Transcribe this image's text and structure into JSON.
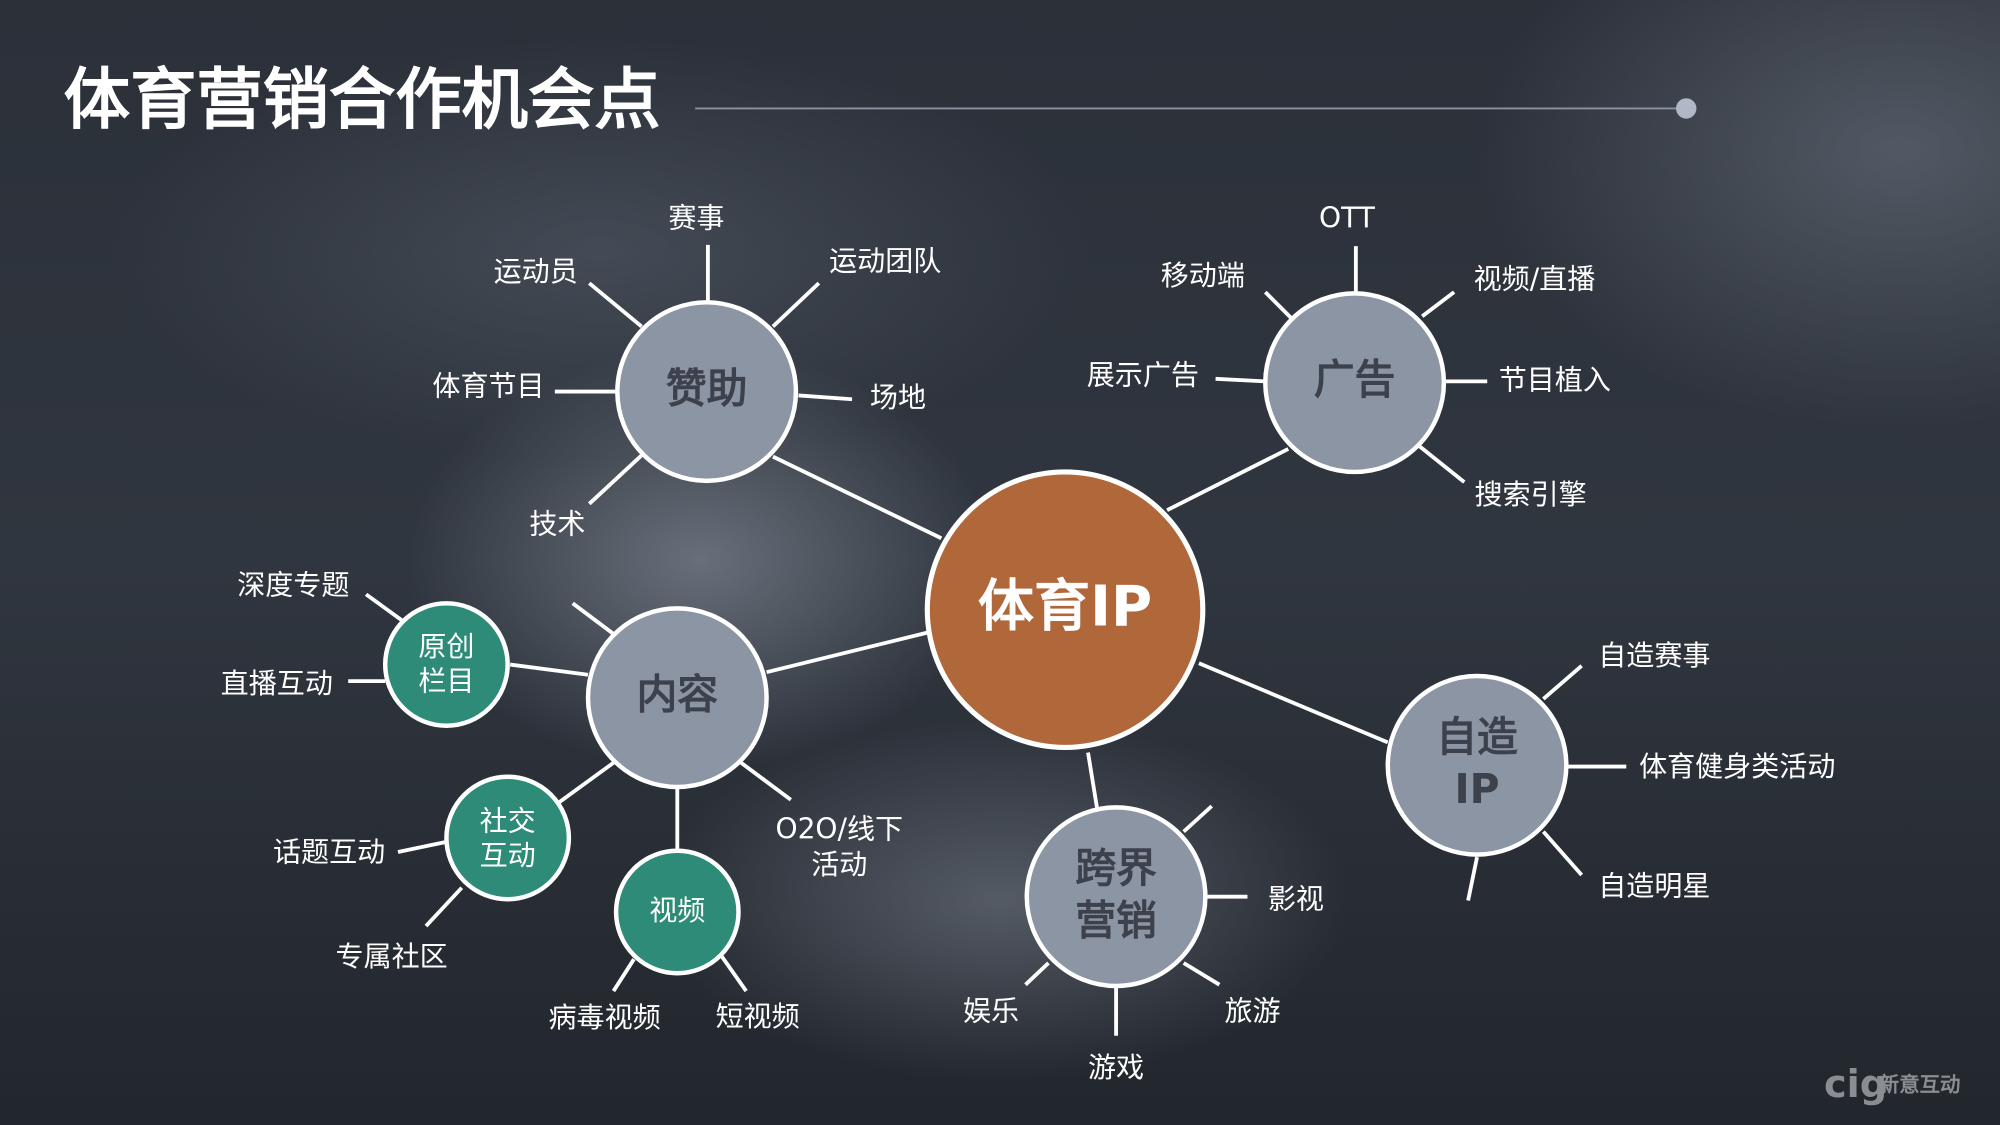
{
  "title": "体育营销合作机会点",
  "center": "体育IP",
  "colors": {
    "center": "#b0673a",
    "hub": "#8c95a4",
    "green": "#2e8b78",
    "accent_dot": "#b0b8c8"
  },
  "hubs": {
    "sponsor": {
      "label": "赞助",
      "items": [
        "赛事",
        "运动员",
        "运动团队",
        "体育节目",
        "场地",
        "技术"
      ]
    },
    "ads": {
      "label": "广告",
      "items": [
        "OTT",
        "移动端",
        "视频/直播",
        "展示广告",
        "节目植入",
        "搜索引擎"
      ]
    },
    "content": {
      "label": "内容",
      "items": [
        "O2O/线下",
        "活动"
      ],
      "sub": [
        {
          "l1": "原创",
          "l2": "栏目",
          "items": [
            "深度专题",
            "直播互动"
          ]
        },
        {
          "l1": "社交",
          "l2": "互动",
          "items": [
            "话题互动",
            "专属社区"
          ]
        },
        {
          "l1": "视频",
          "items": [
            "病毒视频",
            "短视频"
          ]
        }
      ]
    },
    "selfip": {
      "l1": "自造",
      "l2": "IP",
      "items": [
        "自造赛事",
        "体育健身类活动",
        "自造明星"
      ]
    },
    "cross": {
      "l1": "跨界",
      "l2": "营销",
      "items": [
        "影视",
        "旅游",
        "游戏",
        "娱乐"
      ]
    }
  },
  "logo": {
    "mark": "cig",
    "name": "新意互动"
  }
}
